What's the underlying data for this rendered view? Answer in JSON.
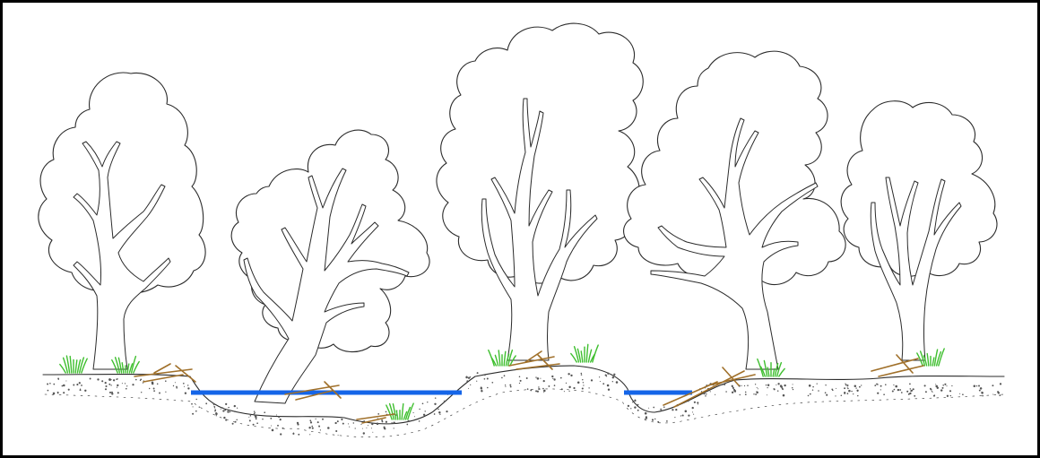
{
  "figure": {
    "kind": "river-corridor-cross-section-illustration",
    "colors": {
      "border": "#000000",
      "line": "#2b2b2b",
      "water": "#1565e8",
      "grass": "#3fbf2f",
      "debris": "#a0702a",
      "gravel": "#555555",
      "background": "#ffffff"
    },
    "elements": {
      "trees": [
        "tree",
        "leaning-tree",
        "multi-stem-tree",
        "spreading-tree",
        "shrubby-tree"
      ],
      "water_surfaces": [
        "main-channel-water-line",
        "side-channel-water-line"
      ],
      "ground": "gravel-ground-profile",
      "vegetation": [
        "grass-tuft",
        "woody-debris"
      ]
    }
  }
}
